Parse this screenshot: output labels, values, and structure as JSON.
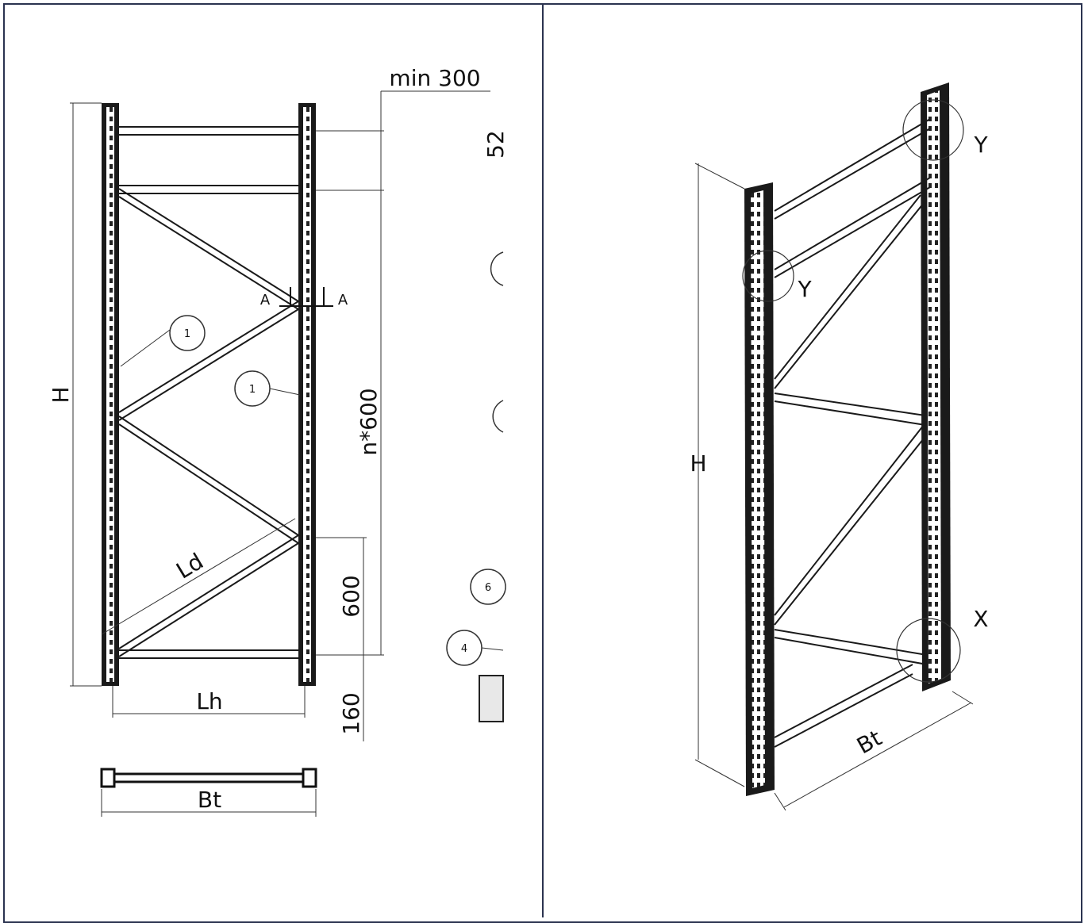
{
  "front_view": {
    "dim_min": "min 300",
    "dim_52": "52",
    "dim_H": "H",
    "dim_n600": "n*600",
    "dim_600": "600",
    "dim_160": "160",
    "dim_Ld": "Ld",
    "dim_Lh": "Lh",
    "dim_Bt": "Bt",
    "section_a_left": "A",
    "section_a_right": "A",
    "callout_1a": "1",
    "callout_1b": "1",
    "callout_6": "6",
    "callout_4": "4"
  },
  "iso_view": {
    "dim_H": "H",
    "dim_Bt": "Bt",
    "detail_y_top": "Y",
    "detail_y_mid": "Y",
    "detail_x": "X"
  }
}
